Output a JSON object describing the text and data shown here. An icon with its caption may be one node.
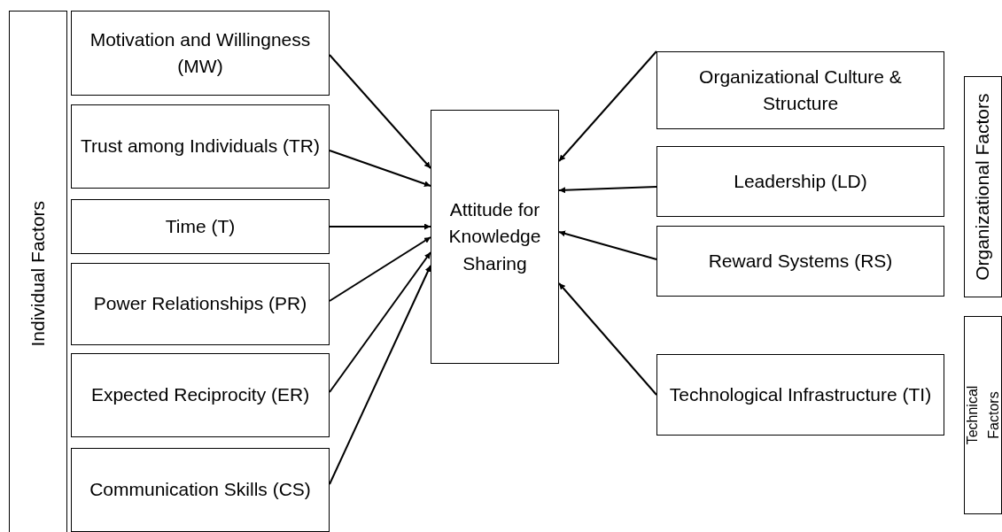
{
  "diagram": {
    "nodes": [
      {
        "text": [
          "Individual Factors"
        ]
      },
      {
        "text": [
          "Motivation and Willingness (MW)"
        ]
      },
      {
        "text": [
          "Trust among Individuals (TR)"
        ]
      },
      {
        "text": [
          "Time (T)"
        ]
      },
      {
        "text": [
          "Power Relationships (PR)"
        ]
      },
      {
        "text": [
          "Expected Reciprocity (ER)"
        ]
      },
      {
        "text": [
          "Communication Skills (CS)"
        ]
      },
      {
        "text": [
          "Attitude for Knowledge Sharing"
        ]
      },
      {
        "text": [
          "Organizational Culture & Structure"
        ]
      },
      {
        "text": [
          "Leadership (LD)"
        ]
      },
      {
        "text": [
          "Reward Systems (RS)"
        ]
      },
      {
        "text": [
          "Technological Infrastructure (TI)"
        ]
      },
      {
        "text": [
          "Organizational Factors"
        ]
      },
      {
        "text": [
          "Technical Factors"
        ]
      }
    ],
    "edges": [
      {
        "from": 1,
        "to": 7,
        "arrow": "to"
      },
      {
        "from": 2,
        "to": 7,
        "arrow": "to"
      },
      {
        "from": 3,
        "to": 7,
        "arrow": "to"
      },
      {
        "from": 4,
        "to": 7,
        "arrow": "to"
      },
      {
        "from": 5,
        "to": 7,
        "arrow": "to"
      },
      {
        "from": 6,
        "to": 7,
        "arrow": "to"
      },
      {
        "from": 8,
        "to": 7,
        "arrow": "to"
      },
      {
        "from": 9,
        "to": 7,
        "arrow": "to"
      },
      {
        "from": 10,
        "to": 7,
        "arrow": "to"
      },
      {
        "from": 11,
        "to": 7,
        "arrow": "to"
      }
    ]
  }
}
